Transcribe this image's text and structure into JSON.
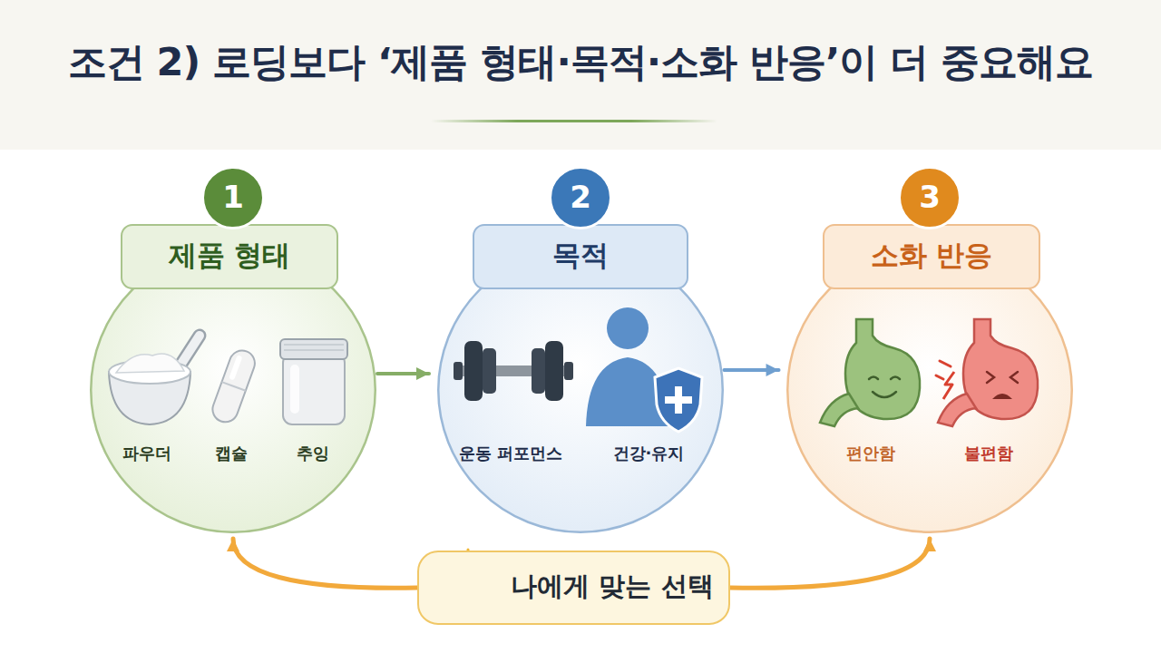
{
  "diagram": {
    "title": "조건 2) 로딩보다 ‘제품 형태·목적·소화 반응’이 더 중요해요",
    "nodes": [
      {
        "text": [
          "1"
        ]
      },
      {
        "text": [
          "제품 형태"
        ]
      },
      {
        "text": [
          "파우더",
          "캡슐",
          "추잉"
        ]
      },
      {
        "text": [
          "2"
        ]
      },
      {
        "text": [
          "목적"
        ]
      },
      {
        "text": [
          "운동 퍼포먼스",
          "건강·유지"
        ]
      },
      {
        "text": [
          "3"
        ]
      },
      {
        "text": [
          "소화 반응"
        ]
      },
      {
        "text": [
          "편안함",
          "불편함"
        ]
      },
      {
        "text": [
          "나에게 맞는 선택"
        ]
      }
    ],
    "edges": [
      {
        "from": 2,
        "to": 5,
        "arrow": "to"
      },
      {
        "from": 5,
        "to": 8,
        "arrow": "to"
      },
      {
        "from": 9,
        "to": 2,
        "arrow": "to"
      },
      {
        "from": 9,
        "to": 8,
        "arrow": "to"
      }
    ]
  }
}
